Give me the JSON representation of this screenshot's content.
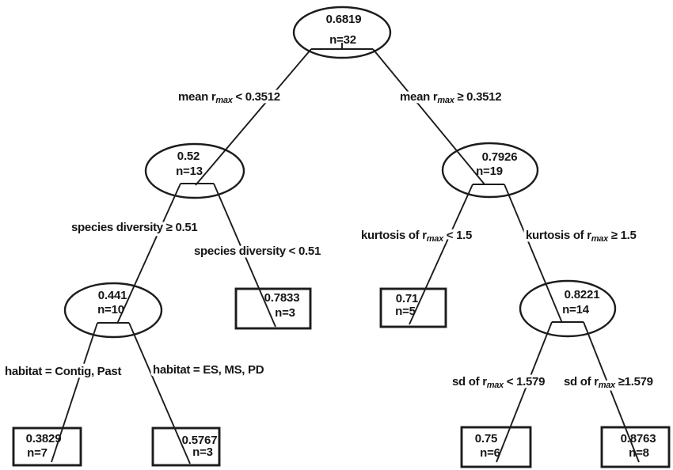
{
  "figure": {
    "type": "regression-tree",
    "background_color": "#ffffff",
    "line_color": "#1c1c1c",
    "text_color": "#161616"
  },
  "nodes": {
    "root": {
      "shape": "ellipse",
      "value": "0.6819",
      "n": "n=32"
    },
    "l": {
      "shape": "ellipse",
      "value": "0.52",
      "n": "n=13"
    },
    "r": {
      "shape": "ellipse",
      "value": "0.7926",
      "n": "n=19"
    },
    "ll": {
      "shape": "ellipse",
      "value": "0.441",
      "n": "n=10"
    },
    "lr": {
      "shape": "rect",
      "value": "0.7833",
      "n": "n=3"
    },
    "rl": {
      "shape": "rect",
      "value": "0.71",
      "n": "n=5"
    },
    "rr": {
      "shape": "ellipse",
      "value": "0.8221",
      "n": "n=14"
    },
    "lll": {
      "shape": "rect",
      "value": "0.3829",
      "n": "n=7"
    },
    "llr": {
      "shape": "rect",
      "value": "0.5767",
      "n": "n=3"
    },
    "rrl": {
      "shape": "rect",
      "value": "0.75",
      "n": "n=6"
    },
    "rrr": {
      "shape": "rect",
      "value": "0.8763",
      "n": "n=8"
    }
  },
  "edges": {
    "mean_left": {
      "pre": "mean r",
      "sub": "max",
      "post": " < 0.3512"
    },
    "mean_right": {
      "pre": "mean r",
      "sub": "max",
      "post": " ≥ 0.3512"
    },
    "species_left": {
      "label": "species diversity ≥ 0.51"
    },
    "species_right": {
      "label": "species diversity < 0.51"
    },
    "kurtosis_left": {
      "pre": "kurtosis of r",
      "sub": "max",
      "post": " < 1.5"
    },
    "kurtosis_right": {
      "pre": "kurtosis of r",
      "sub": "max",
      "post": " ≥ 1.5"
    },
    "habitat_left": {
      "label": "habitat = Contig, Past"
    },
    "habitat_right": {
      "label": "habitat = ES, MS, PD"
    },
    "sd_left": {
      "pre": "sd of r",
      "sub": "max",
      "post": " < 1.579"
    },
    "sd_right": {
      "pre": "sd of r",
      "sub": "max",
      "post": " ≥1.579"
    }
  }
}
